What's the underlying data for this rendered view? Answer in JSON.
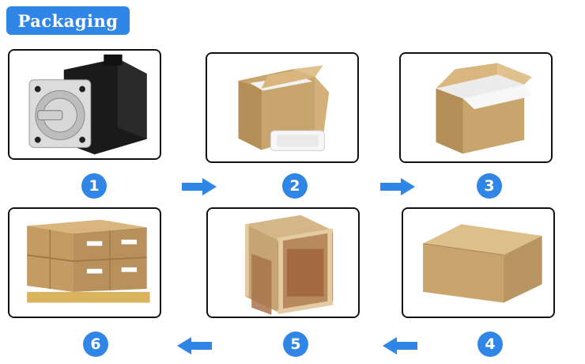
{
  "header": {
    "title": "Packaging"
  },
  "steps": [
    {
      "number": "1",
      "description": "stepper-motor"
    },
    {
      "number": "2",
      "description": "open-box-with-foam"
    },
    {
      "number": "3",
      "description": "foam-lined-box"
    },
    {
      "number": "4",
      "description": "closed-carton"
    },
    {
      "number": "5",
      "description": "wooden-crate"
    },
    {
      "number": "6",
      "description": "palletized-cartons"
    }
  ],
  "colors": {
    "accent": "#2f86e6",
    "border": "#111111",
    "cardboard": "#c9a56e"
  }
}
